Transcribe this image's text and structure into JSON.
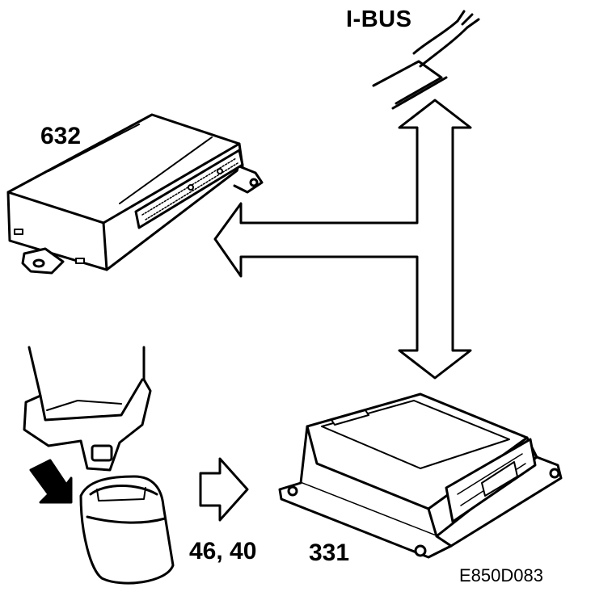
{
  "labels": {
    "ibus": "I-BUS",
    "unit_top": "632",
    "unit_bottom": "331",
    "signal": "46, 40",
    "figure_id": "E850D083"
  },
  "colors": {
    "line": "#000000",
    "fill": "#ffffff"
  }
}
